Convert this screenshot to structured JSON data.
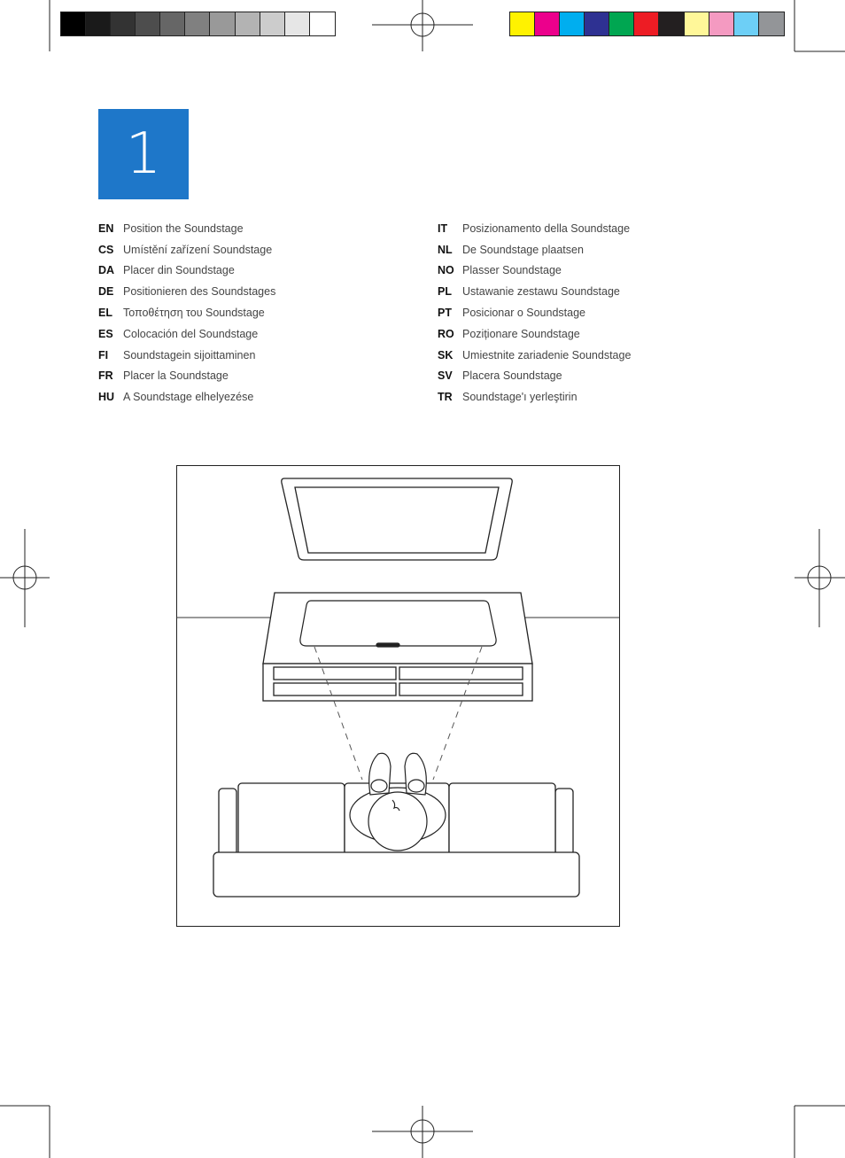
{
  "step": {
    "number": "1"
  },
  "colors": {
    "step_box": "#1e77c9",
    "grayscale_strip": [
      "#000000",
      "#1a1a1a",
      "#333333",
      "#4d4d4d",
      "#666666",
      "#808080",
      "#999999",
      "#b3b3b3",
      "#cccccc",
      "#e6e6e6",
      "#ffffff"
    ],
    "color_strip": [
      "#fff200",
      "#ec008c",
      "#00aeef",
      "#2e3192",
      "#00a651",
      "#ed1c24",
      "#231f20",
      "#fff799",
      "#f49ac1",
      "#6dcff6",
      "#939598"
    ]
  },
  "languages_left": [
    {
      "code": "EN",
      "text": "Position the Soundstage"
    },
    {
      "code": "CS",
      "text": "Umístění zařízení Soundstage"
    },
    {
      "code": "DA",
      "text": "Placer din Soundstage"
    },
    {
      "code": "DE",
      "text": "Positionieren des Soundstages"
    },
    {
      "code": "EL",
      "text": "Τοποθέτηση του Soundstage"
    },
    {
      "code": "ES",
      "text": "Colocación del Soundstage"
    },
    {
      "code": "FI",
      "text": "Soundstagein sijoittaminen"
    },
    {
      "code": "FR",
      "text": "Placer la Soundstage"
    },
    {
      "code": "HU",
      "text": "A Soundstage elhelyezése"
    }
  ],
  "languages_right": [
    {
      "code": "IT",
      "text": "Posizionamento della Soundstage"
    },
    {
      "code": "NL",
      "text": "De Soundstage plaatsen"
    },
    {
      "code": "NO",
      "text": "Plasser Soundstage"
    },
    {
      "code": "PL",
      "text": "Ustawanie zestawu Soundstage"
    },
    {
      "code": "PT",
      "text": "Posicionar o Soundstage"
    },
    {
      "code": "RO",
      "text": "Poziționare Soundstage"
    },
    {
      "code": "SK",
      "text": "Umiestnite zariadenie Soundstage"
    },
    {
      "code": "SV",
      "text": "Placera Soundstage"
    },
    {
      "code": "TR",
      "text": "Soundstage'ı yerleştirin"
    }
  ],
  "illustration": {
    "icons": [
      "tv-icon",
      "soundstage-icon",
      "tv-stand-icon",
      "sofa-icon",
      "listener-icon"
    ]
  }
}
